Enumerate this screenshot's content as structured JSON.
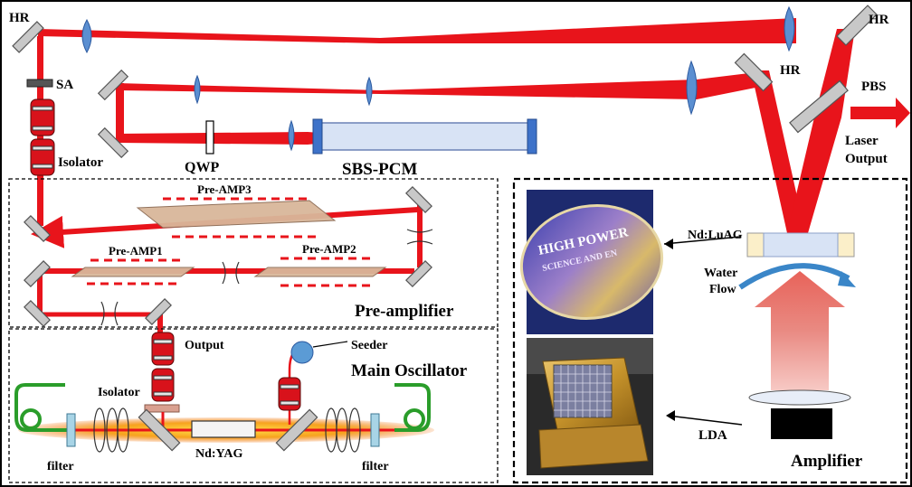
{
  "labels": {
    "hr_top_left": "HR",
    "hr_top_right": "HR",
    "hr_mid": "HR",
    "sa": "SA",
    "isolator_top": "Isolator",
    "qwp": "QWP",
    "sbs_pcm": "SBS-PCM",
    "pbs": "PBS",
    "laser_output_1": "Laser",
    "laser_output_2": "Output",
    "pre_amp3": "Pre-AMP3",
    "pre_amp1": "Pre-AMP1",
    "pre_amp2": "Pre-AMP2",
    "pre_amplifier": "Pre-amplifier",
    "output": "Output",
    "seeder": "Seeder",
    "main_oscillator": "Main Oscillator",
    "isolator_bottom": "Isolator",
    "nd_yag": "Nd:YAG",
    "filter_left": "filter",
    "filter_right": "filter",
    "nd_luag": "Nd:LuAG",
    "water_flow_1": "Water",
    "water_flow_2": "Flow",
    "lda": "LDA",
    "amplifier": "Amplifier"
  },
  "photos": {
    "crystal_text_1": "HIGH POWER",
    "crystal_text_2": "SCIENCE AND EN"
  },
  "colors": {
    "beam": "#e8141b",
    "lens": "#5b8fd1",
    "mirror": "#c8c8c8",
    "fiber": "#2a9d2a",
    "pump": "#e8857e"
  }
}
